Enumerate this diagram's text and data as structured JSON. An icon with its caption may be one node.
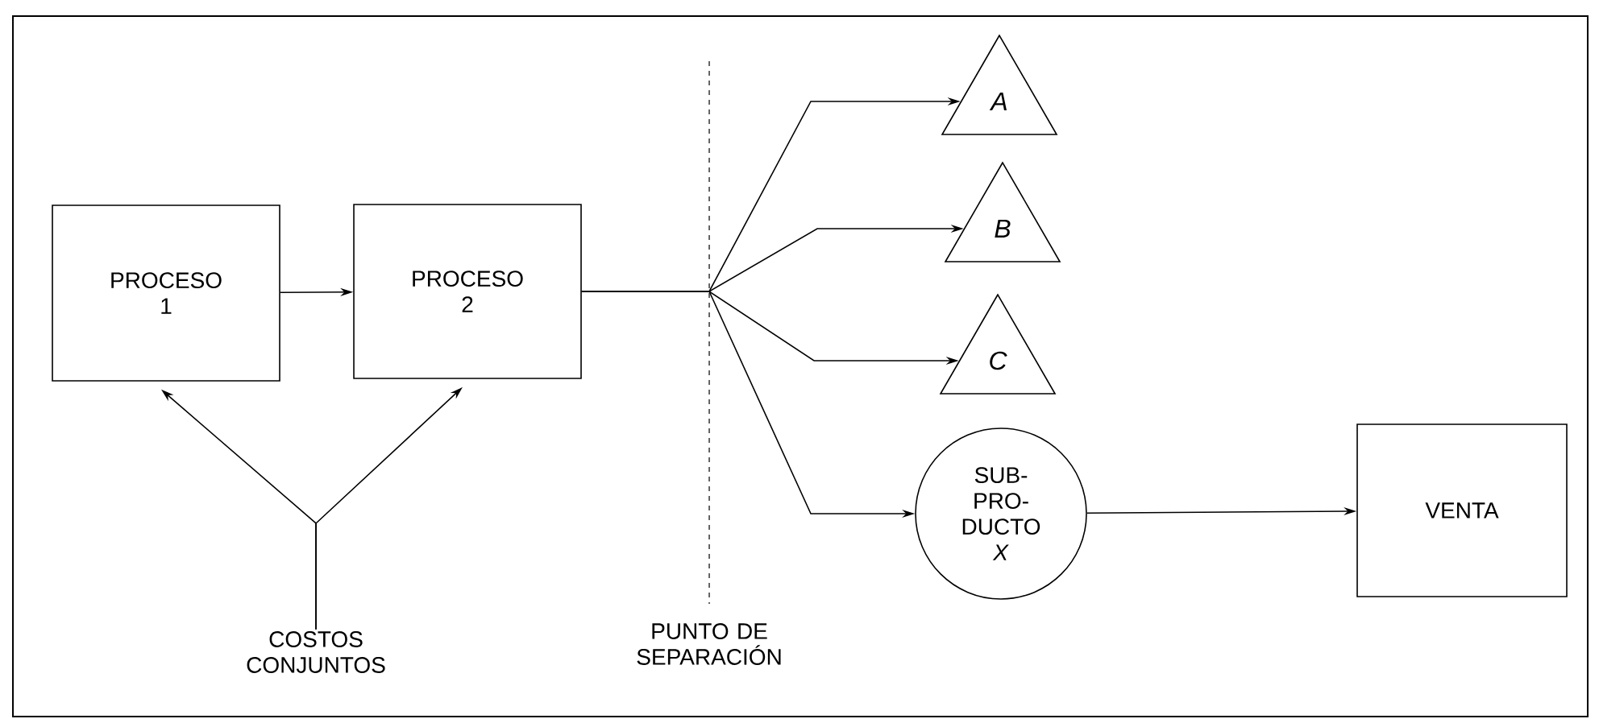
{
  "diagram": {
    "nodes": [
      {
        "text": [
          "PROCESO 1"
        ]
      },
      {
        "text": [
          "PROCESO 2"
        ]
      },
      {
        "text": [
          "A"
        ]
      },
      {
        "text": [
          "B"
        ]
      },
      {
        "text": [
          "C"
        ]
      },
      {
        "text": [
          "SUB- PRO- DUCTO *X*"
        ]
      },
      {
        "text": [
          "VENTA"
        ]
      },
      {
        "text": [
          "COSTOS CONJUNTOS"
        ]
      }
    ],
    "edges": [
      {
        "from": 7,
        "to": 0,
        "arrow": "to"
      },
      {
        "from": 7,
        "to": 1,
        "arrow": "to"
      },
      {
        "from": 0,
        "to": 1,
        "arrow": "to"
      },
      {
        "from": 1,
        "to": 2,
        "arrow": "to"
      },
      {
        "from": 1,
        "to": 3,
        "arrow": "to"
      },
      {
        "from": 1,
        "to": 4,
        "arrow": "to"
      },
      {
        "from": 1,
        "to": 5,
        "arrow": "to"
      },
      {
        "from": 5,
        "to": 6,
        "arrow": "to"
      }
    ],
    "labels": [
      "PUNTO DE SEPARACIÓN"
    ]
  }
}
